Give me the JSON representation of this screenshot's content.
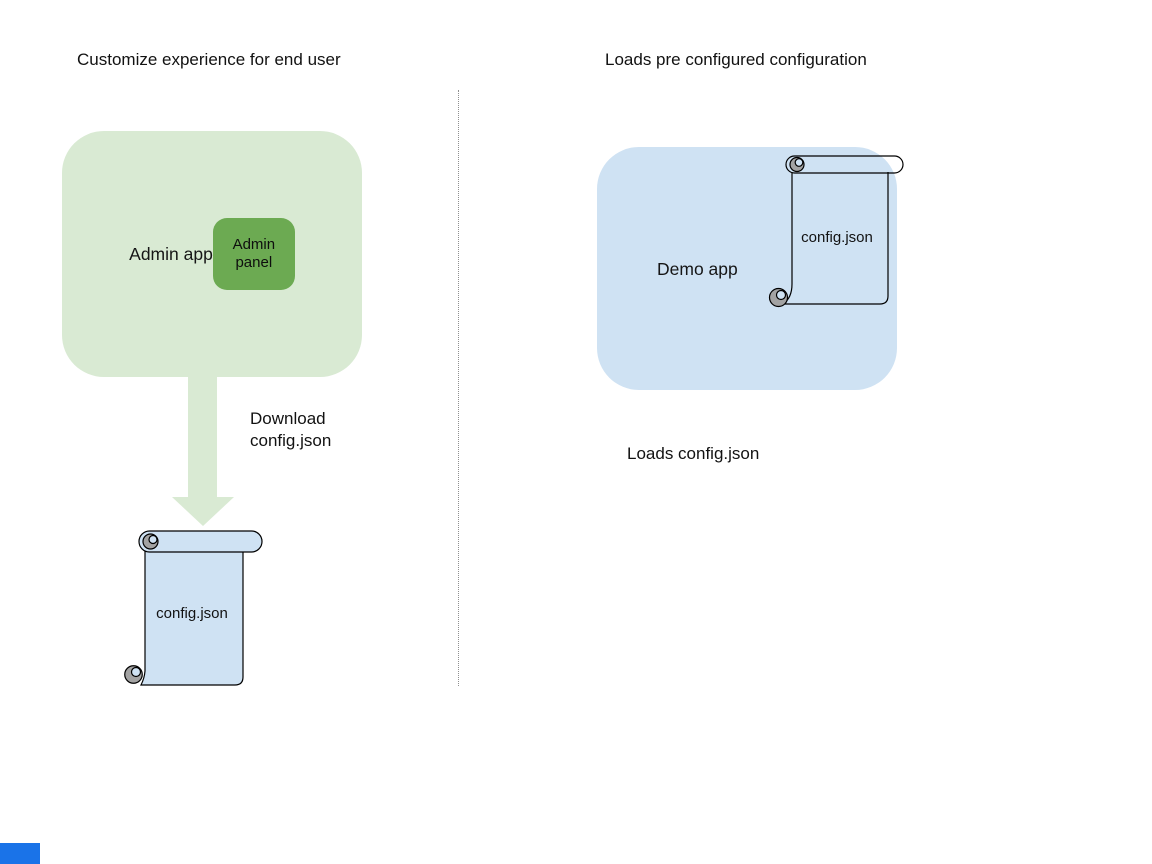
{
  "left_section": {
    "title": "Customize experience for end user",
    "admin_app_label": "Admin app",
    "admin_panel_label": "Admin panel",
    "arrow_label": "Download config.json",
    "config_file_label": "config.json"
  },
  "right_section": {
    "title": "Loads pre configured configuration",
    "demo_app_label": "Demo app",
    "config_file_label": "config.json",
    "caption": "Loads config.json"
  },
  "colors": {
    "admin_app_fill": "#d9ead3",
    "admin_panel_fill": "#6caa52",
    "arrow_fill": "#d9ead3",
    "demo_app_fill": "#cfe2f3",
    "scroll_fill": "#cfe2f3",
    "scroll_curl_gray": "#a3a3a3",
    "divider_gray": "#8f8f8f",
    "corner_rect_blue": "#1a73e8",
    "text": "#121212"
  }
}
